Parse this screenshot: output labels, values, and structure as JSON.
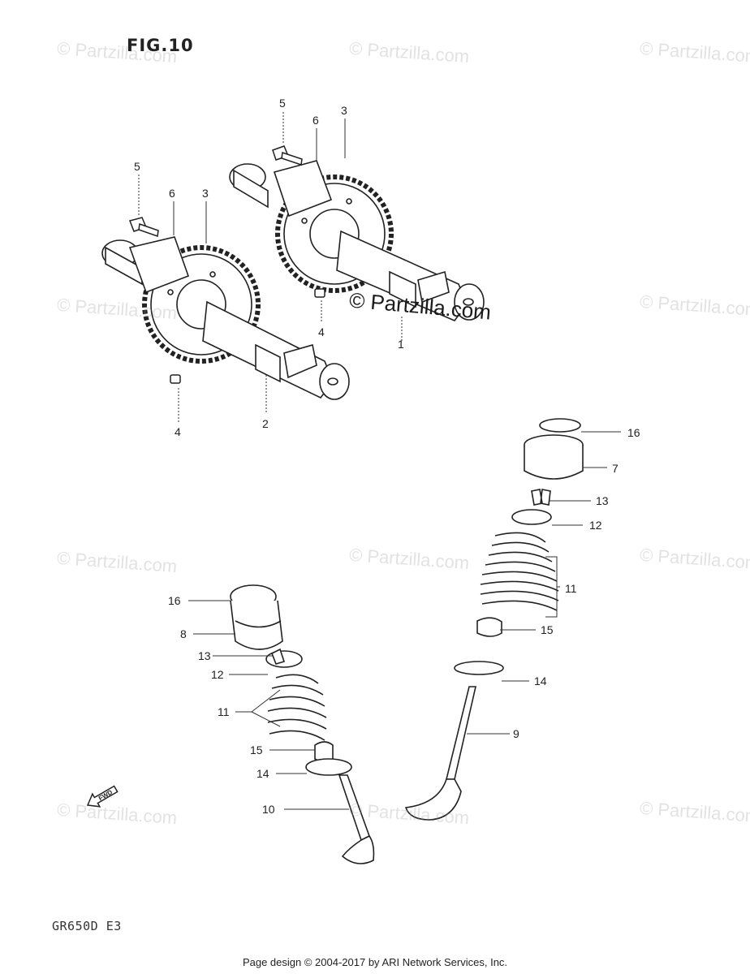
{
  "figure": {
    "title": "FIG.10"
  },
  "model_code": "GR650D E3",
  "footer": "Page design © 2004-2017 by ARI Network Services, Inc.",
  "watermark": "© Partzilla.com",
  "fwd_label": "FWD",
  "callouts": {
    "c1": "1",
    "c2": "2",
    "c3a": "3",
    "c3b": "3",
    "c4a": "4",
    "c4b": "4",
    "c5a": "5",
    "c5b": "5",
    "c6a": "6",
    "c6b": "6",
    "c7": "7",
    "c8": "8",
    "c9": "9",
    "c10": "10",
    "c11a": "11",
    "c11b": "11",
    "c12a": "12",
    "c12b": "12",
    "c13a": "13",
    "c13b": "13",
    "c14a": "14",
    "c14b": "14",
    "c15a": "15",
    "c15b": "15",
    "c16a": "16",
    "c16b": "16"
  }
}
